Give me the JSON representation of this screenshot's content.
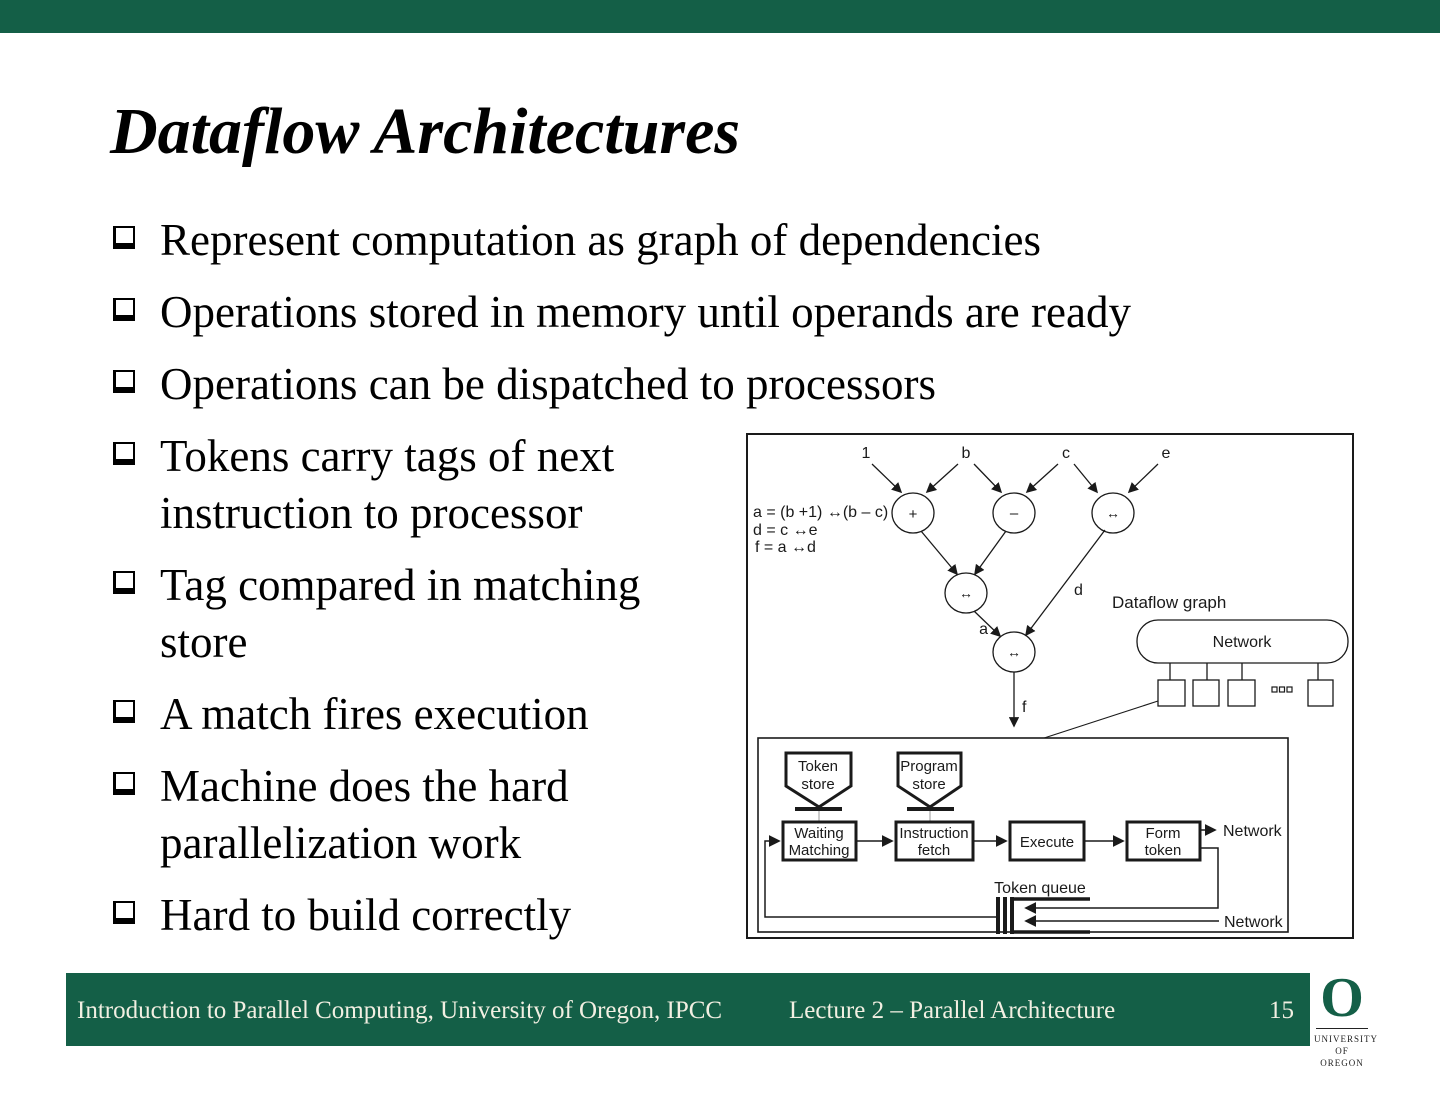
{
  "colors": {
    "green": "#145F47",
    "footer_text": "#F2EFE2",
    "ink": "#1a1a1a"
  },
  "title": "Dataflow Architectures",
  "list": {
    "lines": [
      {
        "bullet": true,
        "text": "Represent computation as graph of dependencies"
      },
      {
        "bullet": true,
        "text": "Operations stored in memory until operands are ready"
      },
      {
        "bullet": true,
        "text": "Operations can be dispatched to processors"
      },
      {
        "bullet": true,
        "text": "Tokens carry tags of next"
      },
      {
        "bullet": false,
        "text": "instruction to processor"
      },
      {
        "bullet": true,
        "text": "Tag compared in matching"
      },
      {
        "bullet": false,
        "text": "store"
      },
      {
        "bullet": true,
        "text": "A match fires execution"
      },
      {
        "bullet": true,
        "text": "Machine does the hard"
      },
      {
        "bullet": false,
        "text": "parallelization work"
      },
      {
        "bullet": true,
        "text": "Hard to build correctly"
      }
    ]
  },
  "diagram": {
    "inputs": [
      "1",
      "b",
      "c",
      "e"
    ],
    "equations": [
      "a = (b +1) ↔(b – c)",
      "d = c ↔e",
      "f = a ↔d"
    ],
    "ops": [
      "+",
      "–",
      "↔",
      "↔",
      "↔"
    ],
    "edge_labels": {
      "d": "d",
      "a": "a",
      "f": "f"
    },
    "graph_label": "Dataflow graph",
    "network_label": "Network",
    "pipeline": {
      "token_store_1": "Token",
      "token_store_2": "store",
      "program_store_1": "Program",
      "program_store_2": "store",
      "waiting_matching_1": "Waiting",
      "waiting_matching_2": "Matching",
      "instruction_fetch_1": "Instruction",
      "instruction_fetch_2": "fetch",
      "execute": "Execute",
      "form_token_1": "Form",
      "form_token_2": "token",
      "token_queue_label": "Token queue",
      "network_out": "Network",
      "network_in": "Network"
    }
  },
  "footer": {
    "left": "Introduction to Parallel Computing, University of Oregon, IPCC",
    "center": "Lecture 2 – Parallel Architecture",
    "page": "15"
  },
  "logo": {
    "letter": "O",
    "line1": "UNIVERSITY",
    "line2": "OF OREGON"
  }
}
